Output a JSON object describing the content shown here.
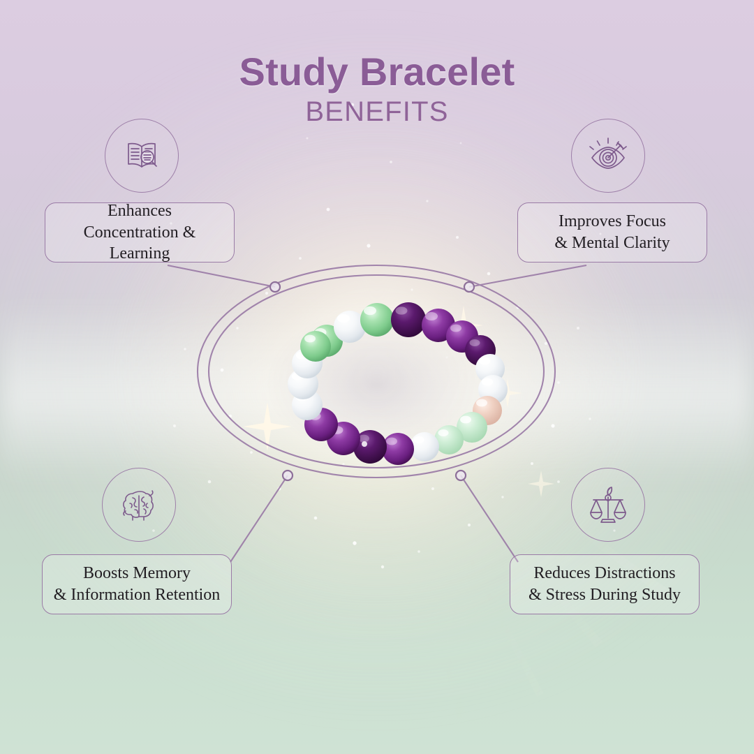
{
  "header": {
    "title": "Study Bracelet",
    "subtitle": "BENEFITS"
  },
  "colors": {
    "title_purple": "#8a5c96",
    "line_purple": "#9a7ba6",
    "text_dark": "#211d22",
    "bg_top": "#dccde1",
    "bg_bottom": "#cfe2d4",
    "bead_amethyst": "#7a2f8f",
    "bead_amethyst_dark": "#4a1054",
    "bead_green": "#8fd89a",
    "bead_clear": "#f2f4f6",
    "bead_peach": "#e8cbc0"
  },
  "product": {
    "name": "Study Bracelet",
    "icon": "beaded-gemstone-bracelet",
    "beads": [
      "amethyst",
      "amethyst",
      "amethyst",
      "amethyst",
      "clear-quartz",
      "clear-quartz",
      "peach-moonstone",
      "green-fluorite",
      "green-fluorite",
      "clear-quartz",
      "amethyst",
      "amethyst",
      "amethyst",
      "amethyst",
      "clear-quartz",
      "clear-quartz",
      "clear-quartz",
      "green-fluorite",
      "green-fluorite",
      "clear-quartz"
    ]
  },
  "benefits": [
    {
      "id": "concentration",
      "label": "Enhances\nConcentration & Learning",
      "icon": "book-magnifier-icon",
      "position": "top-left"
    },
    {
      "id": "focus",
      "label": "Improves Focus\n& Mental Clarity",
      "icon": "eye-target-icon",
      "position": "top-right"
    },
    {
      "id": "memory",
      "label": "Boosts Memory\n& Information Retention",
      "icon": "brain-icon",
      "position": "bottom-left"
    },
    {
      "id": "stress",
      "label": "Reduces Distractions\n& Stress During Study",
      "icon": "balance-scale-leaf-icon",
      "position": "bottom-right"
    }
  ]
}
